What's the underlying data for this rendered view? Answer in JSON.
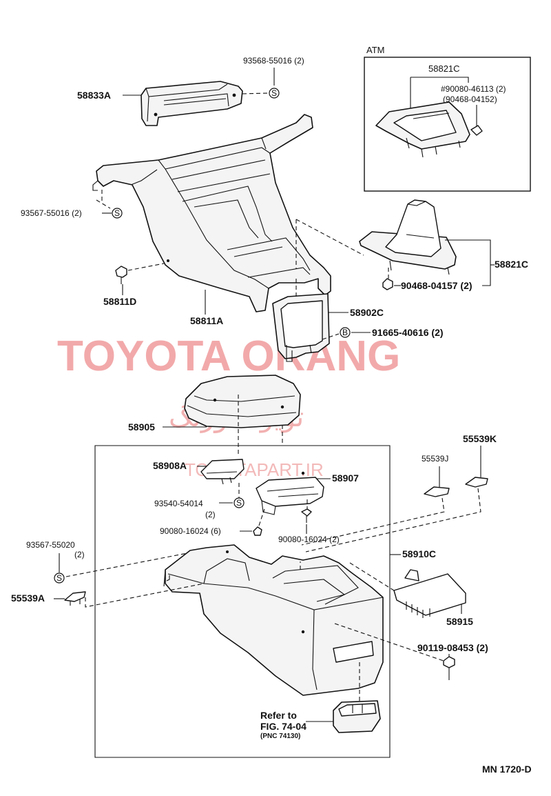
{
  "labels": {
    "p58833A": "58833A",
    "p93568": "93568-55016 (2)",
    "p93567a": "93567-55016 (2)",
    "p58811D": "58811D",
    "p58811A": "58811A",
    "atm": "ATM",
    "p58821C_atm": "58821C",
    "p90080_46113": "#90080-46113 (2)",
    "p90468_04152": "(90468-04152)",
    "p58821C": "58821C",
    "p90468_04157": "90468-04157 (2)",
    "p58902C": "58902C",
    "p91665": "91665-40616 (2)",
    "p58905": "58905",
    "p55539K": "55539K",
    "p55539J": "55539J",
    "p58908A": "58908A",
    "p58907": "58907",
    "p93540": "93540-54014",
    "p93540_qty": "(2)",
    "p90080_6": "90080-16024 (6)",
    "p90080_2": "90080-16024 (2)",
    "p93567b": "93567-55020",
    "p93567b_qty": "(2)",
    "p58910C": "58910C",
    "p55539A": "55539A",
    "p58915": "58915",
    "p90119": "90119-08453 (2)",
    "refer1": "Refer to",
    "refer2": "FIG. 74-04",
    "refer3": "(PNC 74130)",
    "footer": "MN 1720-D"
  },
  "symbols": {
    "s": "S",
    "b": "B"
  },
  "watermark": {
    "brand": "TOYOTA ORANG",
    "persian": "تویوتا اورنگ",
    "url": "TOYOTAPART.IR",
    "color": "#f2a9aa"
  }
}
